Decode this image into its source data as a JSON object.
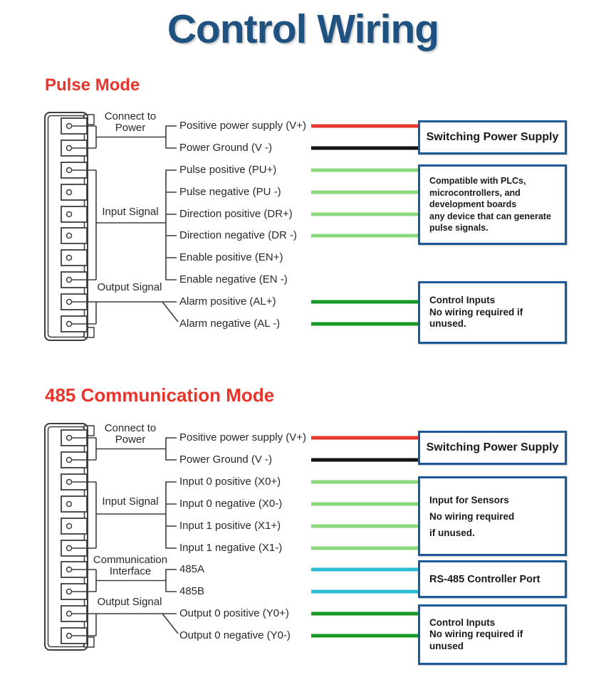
{
  "page": {
    "title": "Control Wiring"
  },
  "colors": {
    "title_blue": "#1F5181",
    "heading_red": "#E8342B",
    "box_border_blue": "#1B5A96",
    "line_gray": "#3D3D3D",
    "wire_red": "#E8382E",
    "wire_black": "#141414",
    "wire_light_green": "#8CD87C",
    "wire_dark_green": "#169A23",
    "wire_cyan": "#29BCD4"
  },
  "pulse": {
    "heading": "Pulse Mode",
    "groups": {
      "power": {
        "line1": "Connect to",
        "line2": "Power"
      },
      "input": {
        "label": "Input Signal"
      },
      "output": {
        "label": "Output Signal"
      }
    },
    "signals": [
      {
        "label": "Positive power supply (V+)",
        "wire": "red"
      },
      {
        "label": "Power Ground (V -)",
        "wire": "black"
      },
      {
        "label": "Pulse positive (PU+)",
        "wire": "light_green"
      },
      {
        "label": "Pulse negative (PU -)",
        "wire": "light_green"
      },
      {
        "label": "Direction positive (DR+)",
        "wire": "light_green"
      },
      {
        "label": "Direction negative (DR -)",
        "wire": "light_green"
      },
      {
        "label": "Enable positive (EN+)",
        "wire": "none"
      },
      {
        "label": "Enable negative (EN -)",
        "wire": "none"
      },
      {
        "label": "Alarm positive (AL+)",
        "wire": "dark_green"
      },
      {
        "label": "Alarm negative (AL -)",
        "wire": "dark_green"
      }
    ],
    "boxes": [
      {
        "title": "Switching Power Supply"
      },
      {
        "lines": [
          "Compatible with PLCs,",
          "microcontrollers, and",
          "development boards",
          "any device that can generate",
          "pulse signals."
        ]
      },
      {
        "lines": [
          "Control Inputs",
          "No wiring required if",
          "unused."
        ]
      }
    ]
  },
  "comm": {
    "heading": "485 Communication Mode",
    "groups": {
      "power": {
        "line1": "Connect to",
        "line2": "Power"
      },
      "input": {
        "label": "Input Signal"
      },
      "iface": {
        "line1": "Communication",
        "line2": "Interface"
      },
      "output": {
        "label": "Output Signal"
      }
    },
    "signals": [
      {
        "label": "Positive power supply (V+)",
        "wire": "red"
      },
      {
        "label": "Power Ground (V -)",
        "wire": "black"
      },
      {
        "label": "Input 0 positive (X0+)",
        "wire": "light_green"
      },
      {
        "label": "Input 0 negative (X0-)",
        "wire": "light_green"
      },
      {
        "label": "Input 1 positive (X1+)",
        "wire": "light_green"
      },
      {
        "label": "Input 1 negative (X1-)",
        "wire": "light_green"
      },
      {
        "label": "485A",
        "wire": "cyan"
      },
      {
        "label": "485B",
        "wire": "cyan"
      },
      {
        "label": "Output 0 positive (Y0+)",
        "wire": "dark_green"
      },
      {
        "label": "Output 0 negative (Y0-)",
        "wire": "dark_green"
      }
    ],
    "boxes": [
      {
        "title": "Switching Power Supply"
      },
      {
        "lines": [
          "Input for Sensors",
          "No wiring required",
          "if unused."
        ]
      },
      {
        "title": "RS-485 Controller Port"
      },
      {
        "lines": [
          "Control Inputs",
          "No wiring required if",
          "unused"
        ]
      }
    ]
  }
}
